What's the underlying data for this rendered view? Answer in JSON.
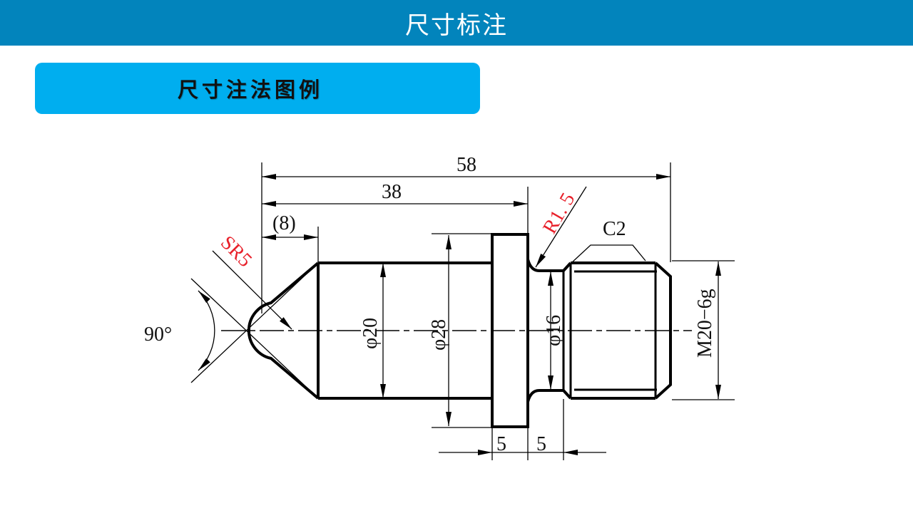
{
  "header": {
    "title": "尺寸标注"
  },
  "section": {
    "label": "尺寸注法图例"
  },
  "drawing": {
    "dimensions": {
      "total_length": "58",
      "length_38": "38",
      "cone_length": "(8)",
      "sphere_radius": "SR5",
      "fillet_radius": "R1. 5",
      "chamfer": "C2",
      "cone_angle": "90°",
      "dia_20": "φ20",
      "dia_28": "φ28",
      "dia_16": "φ16",
      "thread": "M20−6g",
      "collar_width": "5",
      "groove_width": "5"
    },
    "colors": {
      "lines": "#000000",
      "highlight": "#e8202a"
    }
  }
}
